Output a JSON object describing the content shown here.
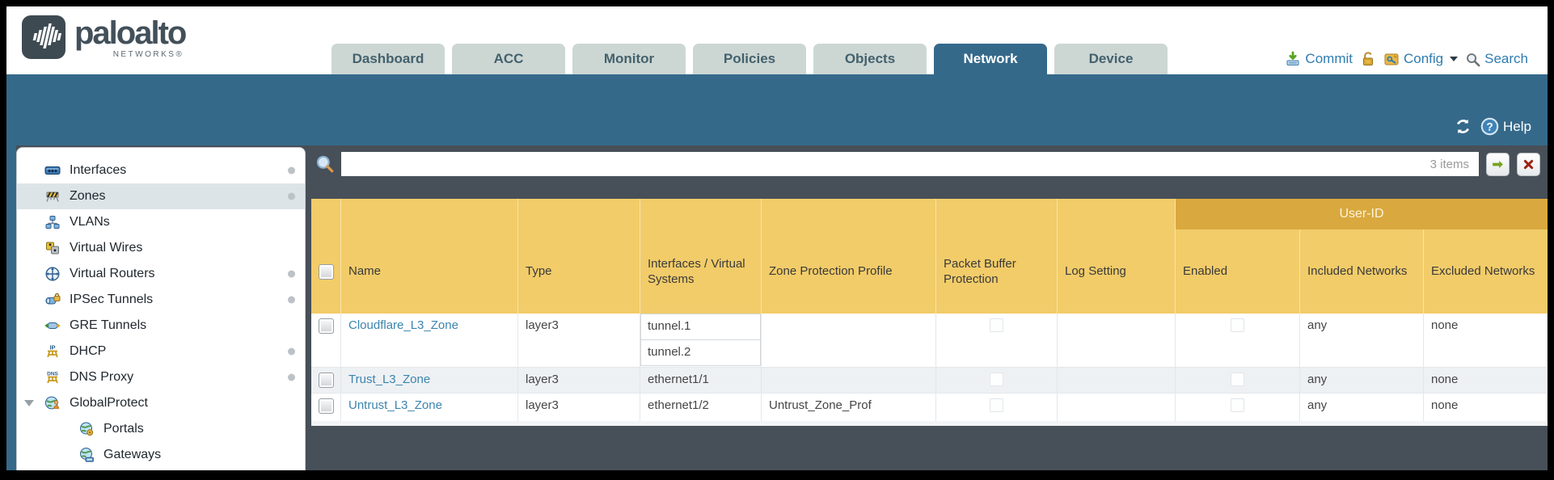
{
  "brand": {
    "name": "paloalto",
    "subtitle": "NETWORKS®"
  },
  "nav_tabs": {
    "items": [
      {
        "label": "Dashboard"
      },
      {
        "label": "ACC"
      },
      {
        "label": "Monitor"
      },
      {
        "label": "Policies"
      },
      {
        "label": "Objects"
      },
      {
        "label": "Network"
      },
      {
        "label": "Device"
      }
    ],
    "active": "Network"
  },
  "toolbar": {
    "commit_label": "Commit",
    "config_label": "Config",
    "search_label": "Search"
  },
  "band": {
    "help_label": "Help"
  },
  "sidebar": {
    "selected": "Zones",
    "items": [
      {
        "label": "Interfaces",
        "has_status_dot": true
      },
      {
        "label": "Zones",
        "has_status_dot": true,
        "selected": true
      },
      {
        "label": "VLANs",
        "has_status_dot": false
      },
      {
        "label": "Virtual Wires",
        "has_status_dot": false
      },
      {
        "label": "Virtual Routers",
        "has_status_dot": true
      },
      {
        "label": "IPSec Tunnels",
        "has_status_dot": true
      },
      {
        "label": "GRE Tunnels",
        "has_status_dot": false
      },
      {
        "label": "DHCP",
        "has_status_dot": true
      },
      {
        "label": "DNS Proxy",
        "has_status_dot": true
      },
      {
        "label": "GlobalProtect",
        "has_status_dot": false,
        "expanded": true
      },
      {
        "label": "Portals",
        "has_status_dot": false,
        "child": true
      },
      {
        "label": "Gateways",
        "has_status_dot": false,
        "child": true
      }
    ]
  },
  "filter_bar": {
    "query": "",
    "items_count": "3 items"
  },
  "zones_table": {
    "group_header": "User-ID",
    "columns": [
      "Name",
      "Type",
      "Interfaces / Virtual Systems",
      "Zone Protection Profile",
      "Packet Buffer Protection",
      "Log Setting",
      "Enabled",
      "Included Networks",
      "Excluded Networks"
    ],
    "rows": [
      {
        "name": "Cloudflare_L3_Zone",
        "type": "layer3",
        "interfaces": [
          "tunnel.1",
          "tunnel.2"
        ],
        "zone_protection_profile": "",
        "log_setting": "",
        "packet_buffer_protection": false,
        "user_id_enabled": false,
        "included_networks": "any",
        "excluded_networks": "none"
      },
      {
        "name": "Trust_L3_Zone",
        "type": "layer3",
        "interfaces": [
          "ethernet1/1"
        ],
        "zone_protection_profile": "",
        "log_setting": "",
        "packet_buffer_protection": false,
        "user_id_enabled": false,
        "included_networks": "any",
        "excluded_networks": "none"
      },
      {
        "name": "Untrust_L3_Zone",
        "type": "layer3",
        "interfaces": [
          "ethernet1/2"
        ],
        "zone_protection_profile": "Untrust_Zone_Prof",
        "log_setting": "",
        "packet_buffer_protection": false,
        "user_id_enabled": false,
        "included_networks": "any",
        "excluded_networks": "none"
      }
    ]
  },
  "colors": {
    "brand_teal": "#35698a",
    "header_amber": "#f2cc69",
    "group_amber": "#d9a93f",
    "link_blue": "#3b84ad",
    "content_slate": "#474f58",
    "tab_inactive": "#ccd7d4"
  }
}
